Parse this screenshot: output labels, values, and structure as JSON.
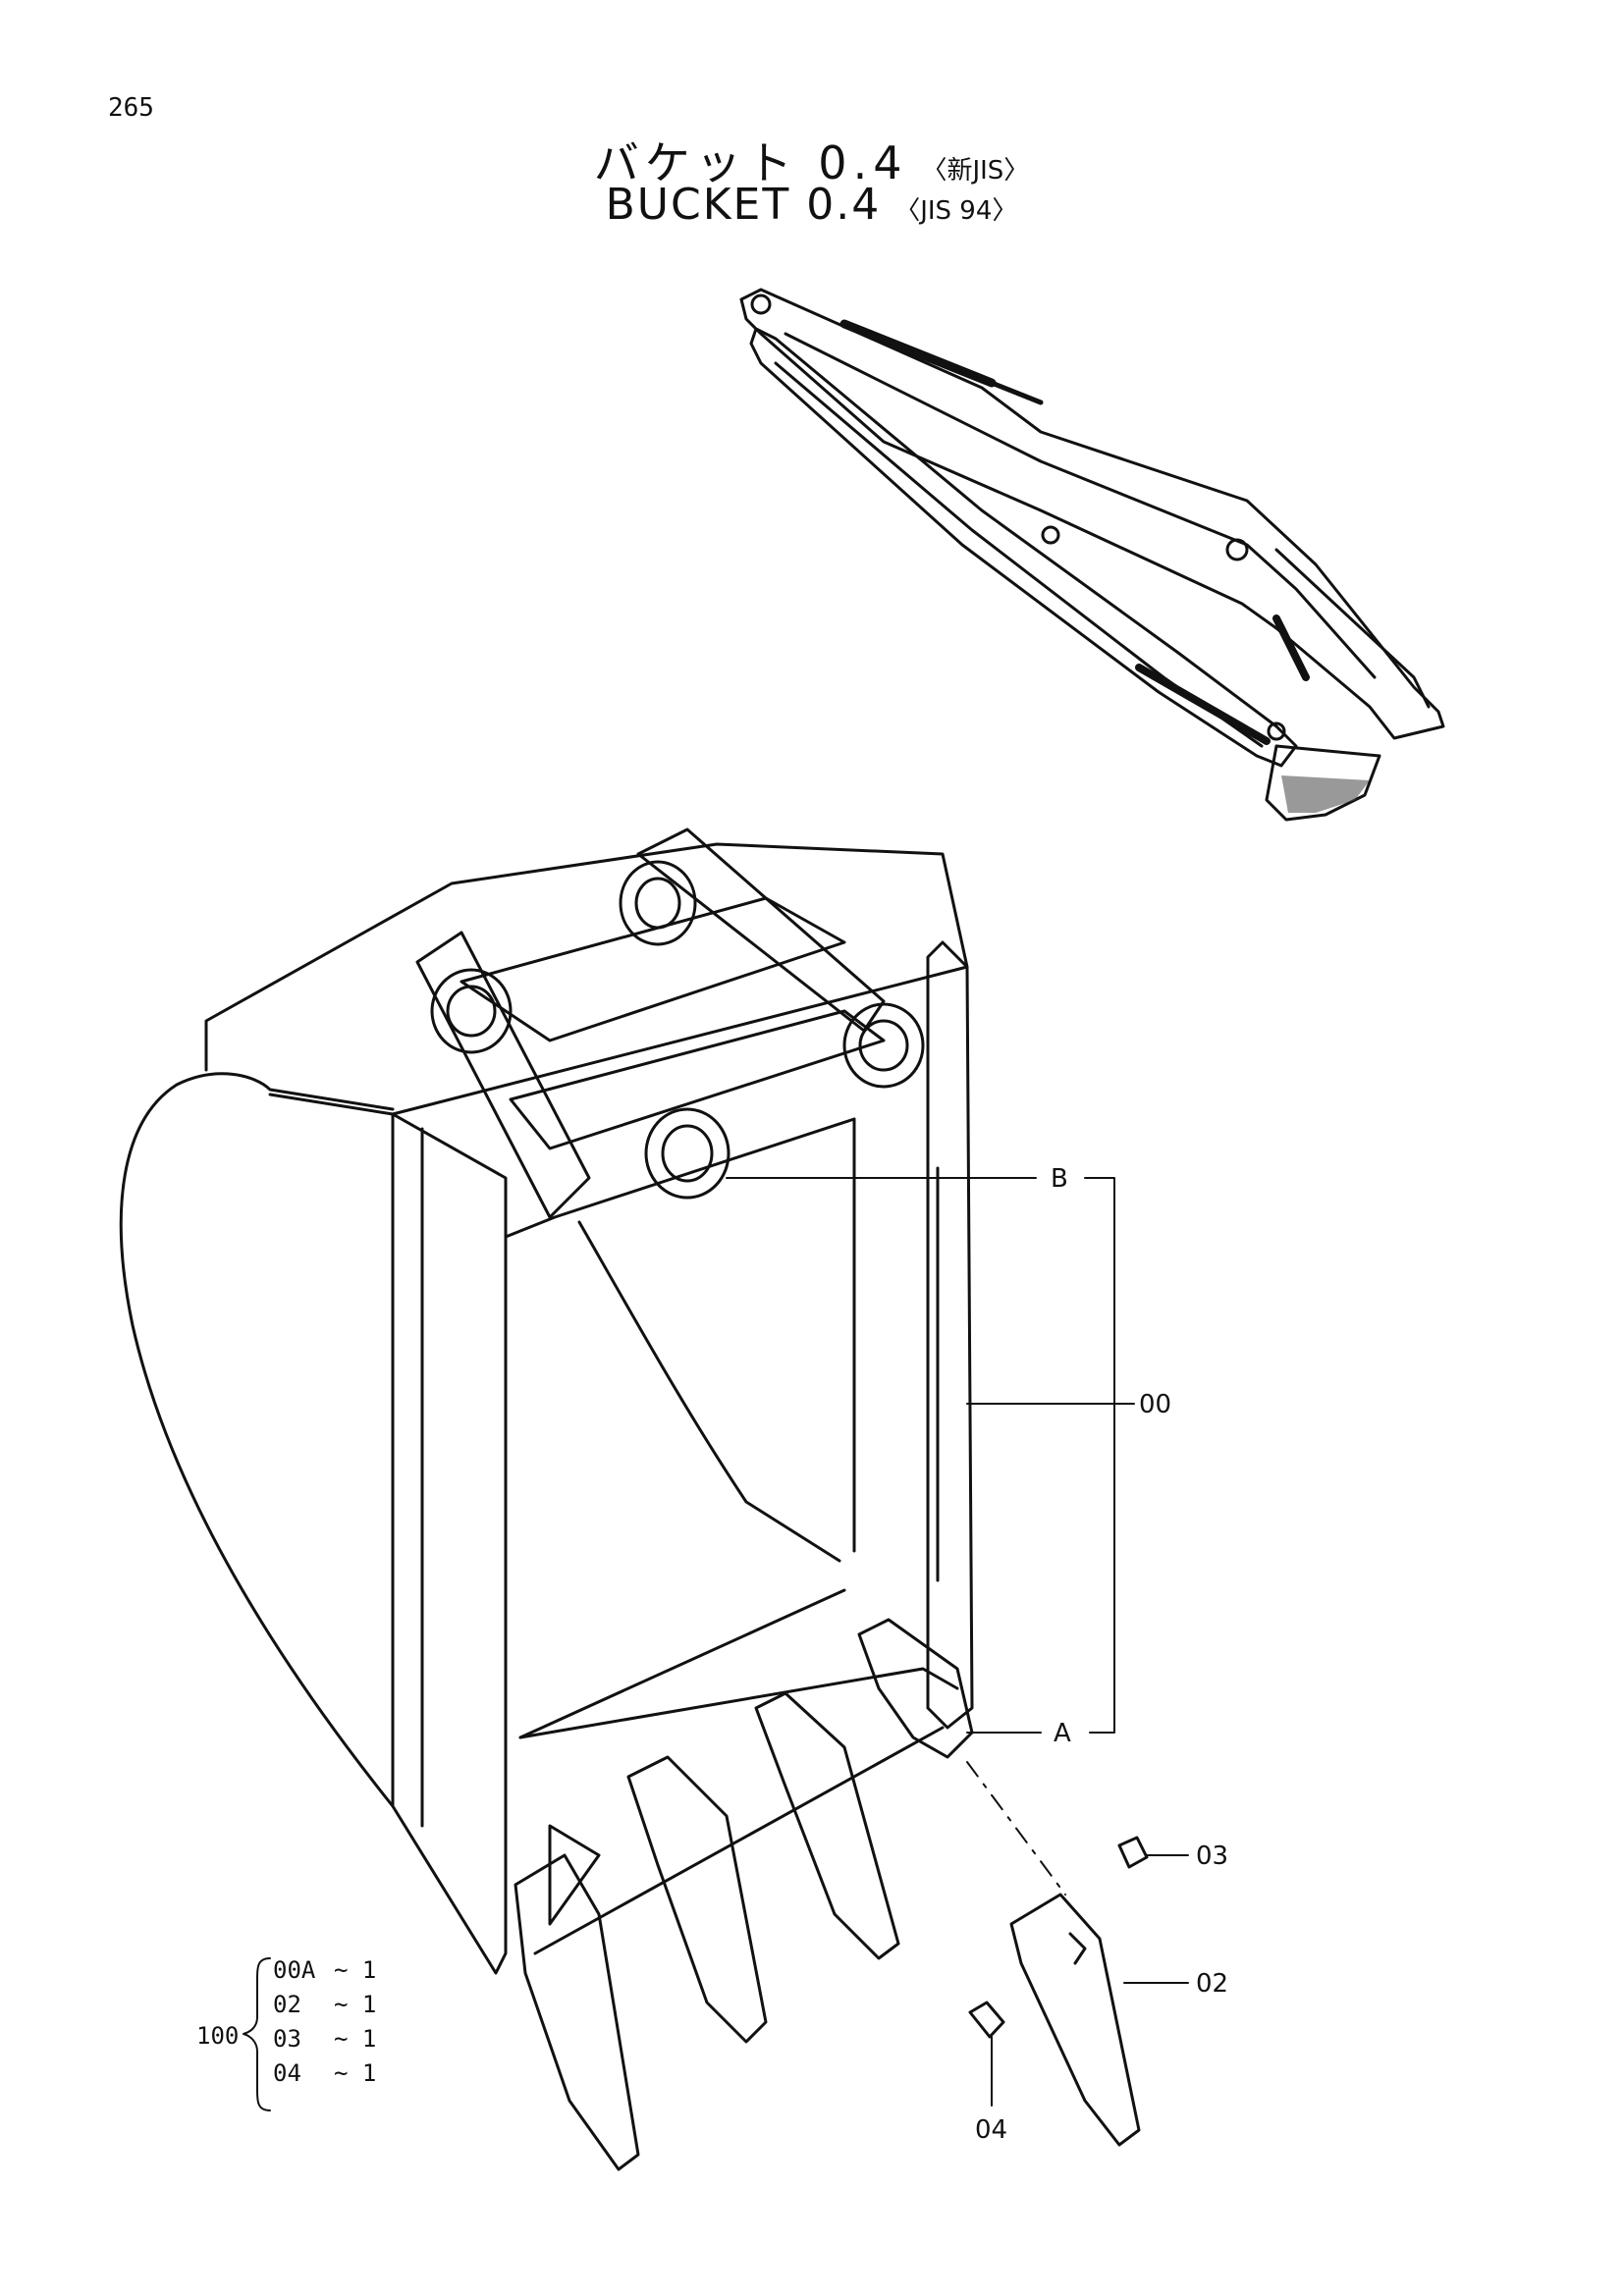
{
  "page_number": "265",
  "title_jp": {
    "main": "バケット 0.4",
    "sub": "〈新JIS〉"
  },
  "title_en": {
    "main": "BUCKET  0.4",
    "sub": "〈JIS 94〉"
  },
  "callouts": {
    "b": "B",
    "a": "A",
    "p00": "00",
    "p02": "02",
    "p03": "03",
    "p04": "04"
  },
  "assembly": {
    "number": "100",
    "items": [
      {
        "part": "00A",
        "qty": "~ 1"
      },
      {
        "part": "02",
        "qty": "~ 1"
      },
      {
        "part": "03",
        "qty": "~ 1"
      },
      {
        "part": "04",
        "qty": "~ 1"
      }
    ]
  }
}
